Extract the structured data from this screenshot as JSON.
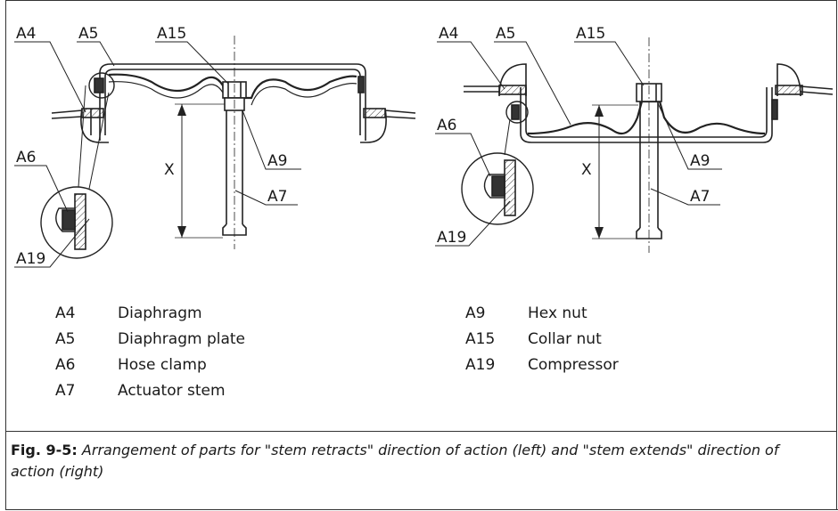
{
  "callouts": {
    "left": {
      "a4": "A4",
      "a5": "A5",
      "a15": "A15",
      "a6": "A6",
      "a9": "A9",
      "a7": "A7",
      "a19": "A19",
      "x": "X"
    },
    "right": {
      "a4": "A4",
      "a5": "A5",
      "a15": "A15",
      "a6": "A6",
      "a9": "A9",
      "a7": "A7",
      "a19": "A19",
      "x": "X"
    }
  },
  "legend_left": [
    {
      "code": "A4",
      "label": "Diaphragm"
    },
    {
      "code": "A5",
      "label": "Diaphragm plate"
    },
    {
      "code": "A6",
      "label": "Hose clamp"
    },
    {
      "code": "A7",
      "label": "Actuator stem"
    }
  ],
  "legend_right": [
    {
      "code": "A9",
      "label": "Hex nut"
    },
    {
      "code": "A15",
      "label": "Collar nut"
    },
    {
      "code": "A19",
      "label": "Compressor"
    }
  ],
  "caption": {
    "label": "Fig. 9-5:",
    "text": "Arrangement of parts for \"stem retracts\" direction of action (left) and \"stem extends\" direction of action (right)"
  }
}
